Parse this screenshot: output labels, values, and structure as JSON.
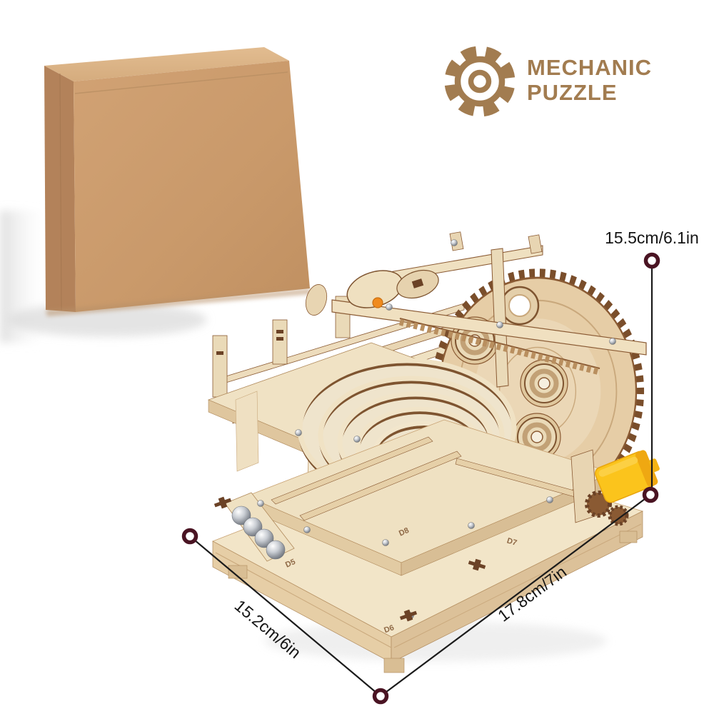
{
  "brand": {
    "line1": "MECHANIC",
    "line2": "PUZZLE",
    "color": "#A27C50"
  },
  "dimensions": {
    "height_label": "15.5cm/6.1in",
    "width_label": "15.2cm/6in",
    "depth_label": "17.8cm/7in",
    "marker_color": "#4A1423",
    "line_color": "#1B1B1B"
  },
  "scene": {
    "packaging_box": {
      "description": "plain kraft cardboard box",
      "front_color": "#C9996A",
      "top_color": "#DDB487",
      "side_color": "#B3825A"
    },
    "puzzle_model": {
      "description": "wooden marble run mechanical puzzle",
      "wood_face_color": "#EFE1C2",
      "wood_edge_color": "#7E5430",
      "motor_color": "#FBC41C",
      "bead_color": "#F08A1D",
      "marble_count": 4,
      "etched_labels": {
        "a": "D5",
        "b": "D8",
        "c": "D7",
        "d": "D6"
      }
    }
  }
}
